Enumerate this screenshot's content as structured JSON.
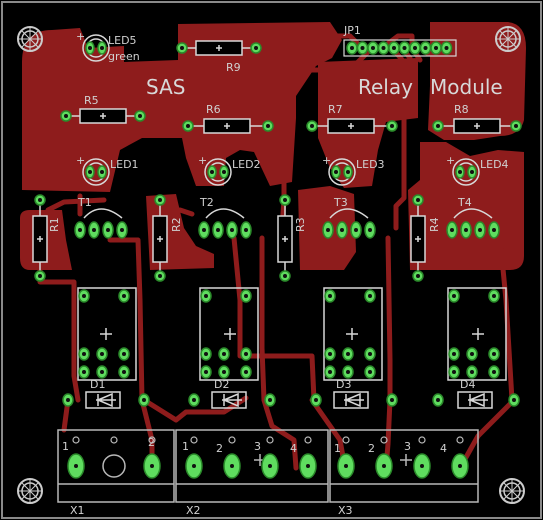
{
  "board": {
    "title_left": "SAS",
    "title_mid": "Relay",
    "title_right": "Module",
    "colors": {
      "background": "#000000",
      "copper": "#8e1c1c",
      "pad": "#5fdc5f",
      "pad_ring": "#2a8a2a",
      "silk": "#c8c8c8",
      "outline": "#b0b0b0"
    }
  },
  "labels": {
    "led5": "LED5",
    "green": "green",
    "r9": "R9",
    "jp1": "JP1",
    "r5": "R5",
    "r6": "R6",
    "r7": "R7",
    "r8": "R8",
    "led1": "LED1",
    "led2": "LED2",
    "led3": "LED3",
    "led4": "LED4",
    "r1": "R1",
    "r2": "R2",
    "r3": "R3",
    "r4": "R4",
    "t1": "T1",
    "t2": "T2",
    "t3": "T3",
    "t4": "T4",
    "d1": "D1",
    "d2": "D2",
    "d3": "D3",
    "d4": "D4",
    "x1": "X1",
    "x2": "X2",
    "x3": "X3",
    "plus": "+"
  },
  "terminals": {
    "x1": [
      "1",
      "2"
    ],
    "x2": [
      "1",
      "2",
      "3",
      "4"
    ],
    "x3": [
      "1",
      "2",
      "3",
      "4"
    ]
  }
}
